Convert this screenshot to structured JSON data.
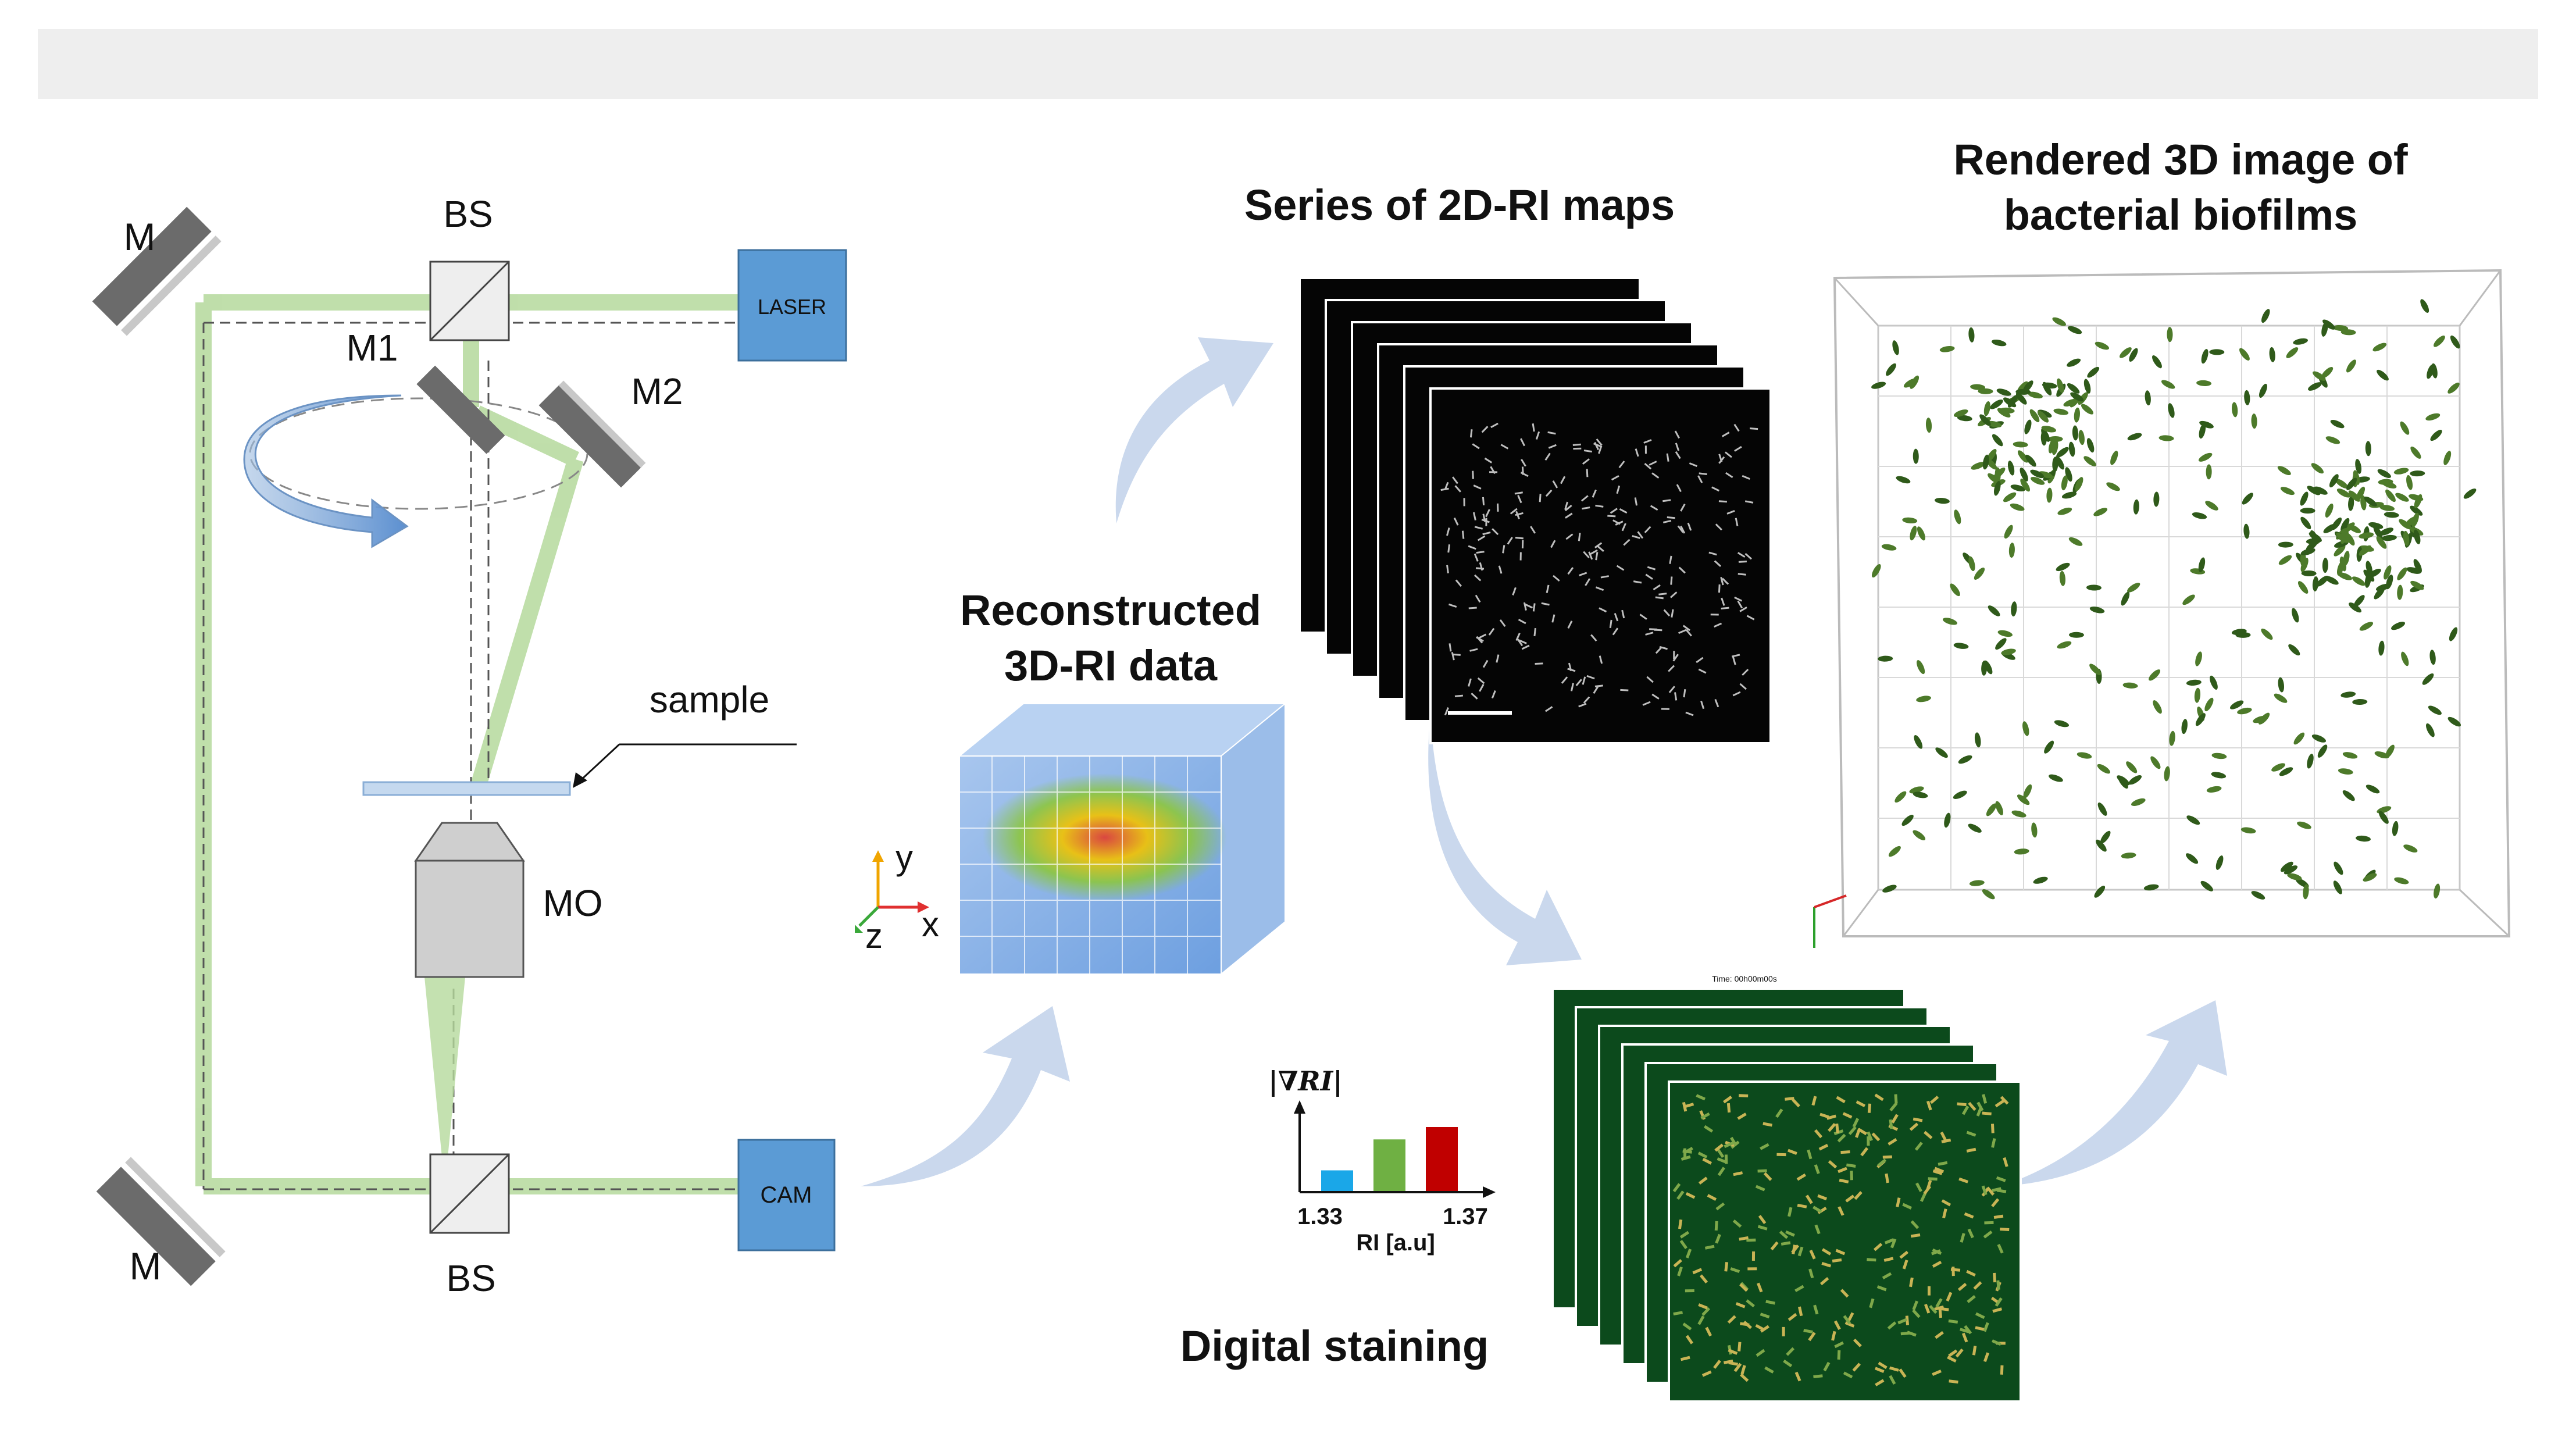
{
  "optics": {
    "mirror_top": "M",
    "mirror_bottom": "M",
    "bs_top": "BS",
    "bs_bottom": "BS",
    "m1": "M1",
    "m2": "M2",
    "laser": "LASER",
    "cam": "CAM",
    "sample": "sample",
    "mo": "MO"
  },
  "axes": {
    "y": "y",
    "x": "x",
    "z": "z"
  },
  "titles": {
    "reconstructed_line1": "Reconstructed",
    "reconstructed_line2": "3D-RI data",
    "series": "Series of 2D-RI maps",
    "rendered_line1": "Rendered 3D image of",
    "rendered_line2": "bacterial biofilms",
    "digital_staining": "Digital staining",
    "time_stamp": "Time: 00h00m00s"
  },
  "inset_chart": {
    "ylabel": "|∇RI|",
    "xlabel": "RI [a.u]",
    "tick_left": "1.33",
    "tick_right": "1.37",
    "bars": [
      {
        "value": 1,
        "color": "#1aa7e8"
      },
      {
        "value": 2.5,
        "color": "#6fb043"
      },
      {
        "value": 3.1,
        "color": "#c00000"
      }
    ]
  },
  "colors": {
    "laser_box": "#5b9bd5",
    "beam_green": "#a9d18e",
    "arrow_blue": "#c7d6ec",
    "stain_bg": "#0c4a1c"
  }
}
